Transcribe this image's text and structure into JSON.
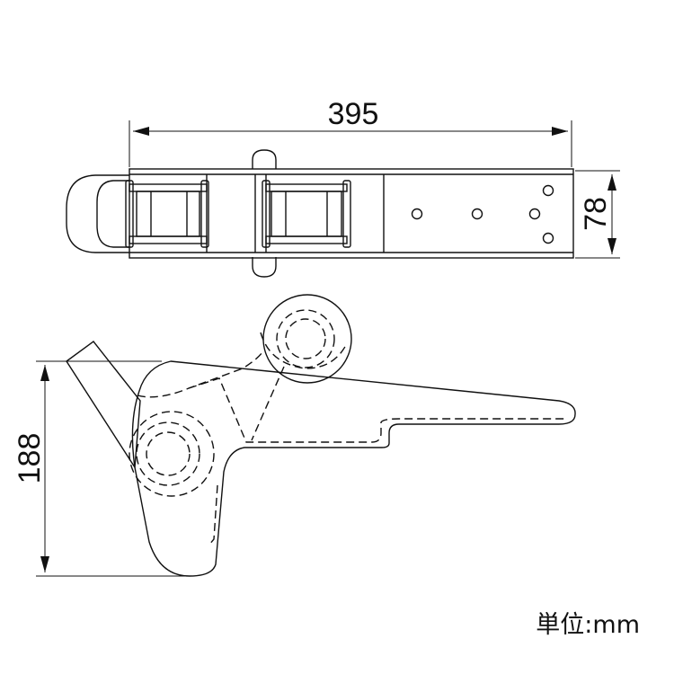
{
  "dimensions": {
    "length": "395",
    "width": "78",
    "height": "188"
  },
  "unit_label": "単位:mm",
  "colors": {
    "line": "#111111",
    "background": "#ffffff"
  }
}
